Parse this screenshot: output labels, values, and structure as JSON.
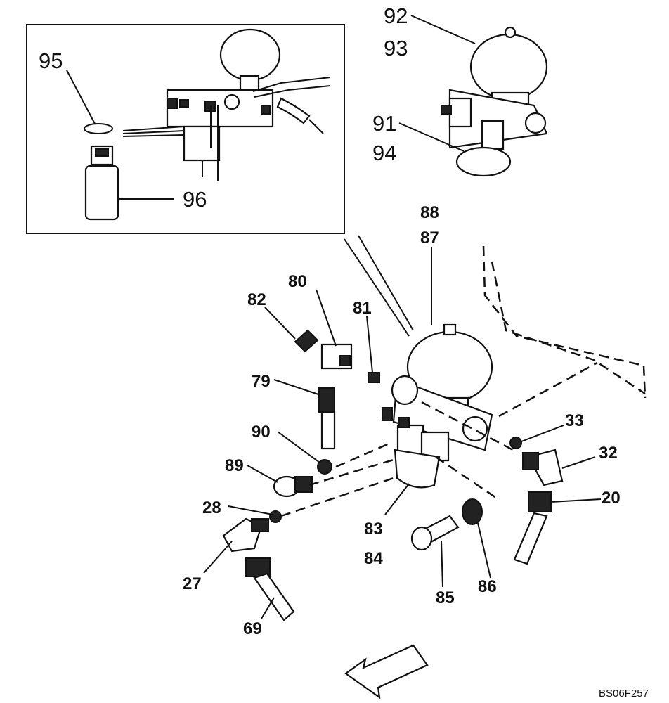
{
  "diagram_id": "BS06F257",
  "labels": {
    "l95": "95",
    "l96": "96",
    "l92": "92",
    "l93": "93",
    "l91": "91",
    "l94": "94",
    "l88": "88",
    "l87": "87",
    "l82": "82",
    "l80": "80",
    "l81": "81",
    "l79": "79",
    "l90": "90",
    "l89": "89",
    "l28": "28",
    "l27": "27",
    "l69": "69",
    "l83": "83",
    "l84": "84",
    "l85": "85",
    "l86": "86",
    "l33": "33",
    "l32": "32",
    "l20": "20"
  }
}
